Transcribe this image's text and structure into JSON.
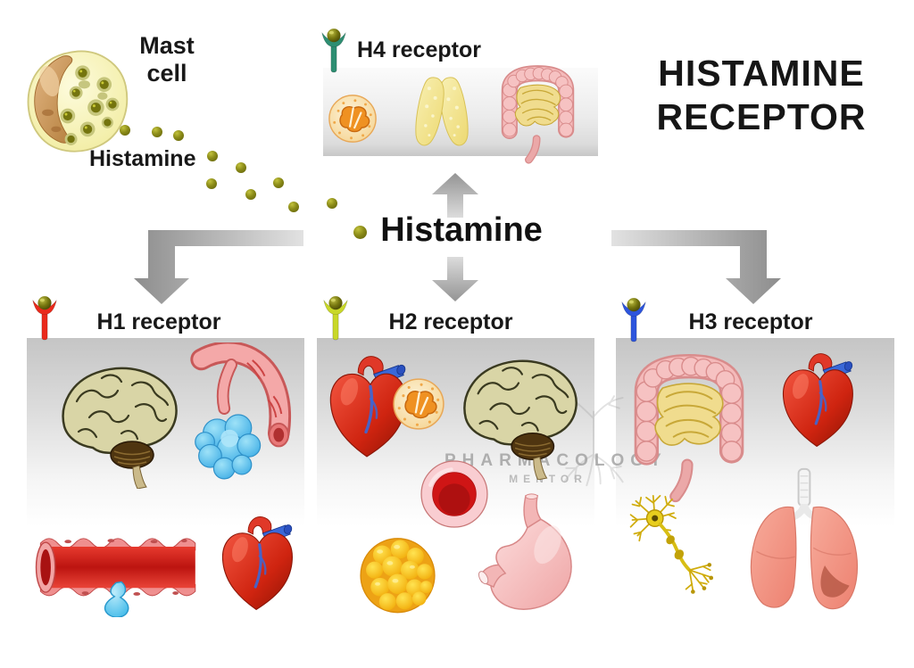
{
  "title": {
    "line1": "HISTAMINE",
    "line2": "RECEPTOR"
  },
  "mast_cell": {
    "label_line1": "Mast",
    "label_line2": "cell"
  },
  "histamine_source_label": "Histamine",
  "center_label": "Histamine",
  "watermark": {
    "line1": "PHARMACOLOGY",
    "line2": "MENTOR"
  },
  "receptors": [
    {
      "id": "h4",
      "label": "H4 receptor",
      "icon_color": "#2e8e72",
      "organ_icons": [
        "white-blood-cell-icon",
        "thymus-icon",
        "intestine-icon"
      ]
    },
    {
      "id": "h1",
      "label": "H1 receptor",
      "icon_color": "#ea2a1c",
      "organ_icons": [
        "brain-icon",
        "bronchiole-alveoli-icon",
        "blood-vessel-permeability-icon",
        "heart-icon"
      ]
    },
    {
      "id": "h2",
      "label": "H2 receptor",
      "icon_color": "#c9d829",
      "organ_icons": [
        "heart-icon",
        "white-blood-cell-icon",
        "brain-icon",
        "blood-vessel-cross-section-icon",
        "fat-cells-icon",
        "stomach-icon"
      ]
    },
    {
      "id": "h3",
      "label": "H3 receptor",
      "icon_color": "#2d55dd",
      "organ_icons": [
        "intestine-icon",
        "heart-icon",
        "neuron-icon",
        "lungs-icon"
      ]
    }
  ],
  "colors": {
    "histamine_dot": "#8b8b18",
    "arrow_gray": "#9b9b9b",
    "panel_top_gray": "#c5c5c5",
    "title_text": "#161616"
  }
}
